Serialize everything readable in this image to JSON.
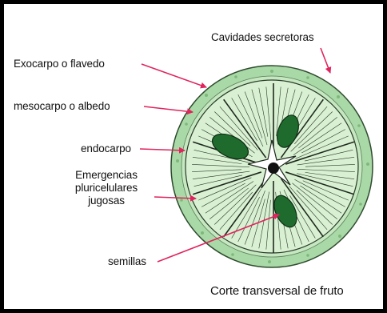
{
  "labels": {
    "cavidades": "Cavidades  secretoras",
    "exocarpo": "Exocarpo o flavedo",
    "mesocarpo": "mesocarpo o albedo",
    "endocarpo": "endocarpo",
    "emergencias_1": "Emergencias",
    "emergencias_2": "pluricelulares",
    "emergencias_3": "jugosas",
    "semillas": "semillas",
    "caption": "Corte transversal de fruto"
  },
  "colors": {
    "exocarp": "#a9d9a6",
    "mesocarp": "#c5e8c0",
    "segment": "#d9f0d2",
    "vein": "#2a3a2a",
    "seed": "#1f6b2e",
    "arrow": "#e0245e",
    "border": "#000000"
  }
}
